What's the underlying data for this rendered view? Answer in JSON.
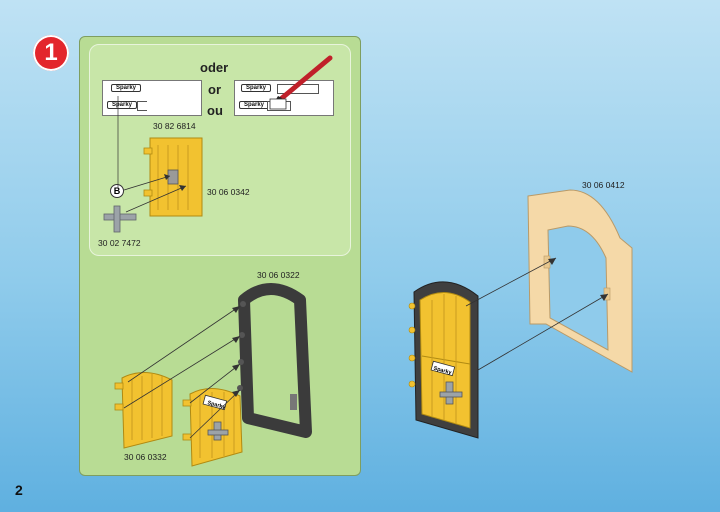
{
  "step": {
    "number": "1"
  },
  "page": {
    "number": "2"
  },
  "words": {
    "de": "oder",
    "en": "or",
    "fr": "ou"
  },
  "sticker_sheet": {
    "brand": "Sparky"
  },
  "door_sign": {
    "text": "Sparky"
  },
  "part_numbers": {
    "sticker_sheet": "30 82 6814",
    "small_door": "30 06 0342",
    "latch_key": "30 02 7472",
    "dark_frame": "30 06 0322",
    "door_halves": "30 06 0332",
    "light_frame": "30 06 0412"
  },
  "colors": {
    "panel": "#b8dc94",
    "door_yellow": "#f2c230",
    "frame_dark": "#4a4a4a",
    "frame_light": "#f5d9a8",
    "step_badge": "#e3262c",
    "pen": "#c0202a"
  }
}
